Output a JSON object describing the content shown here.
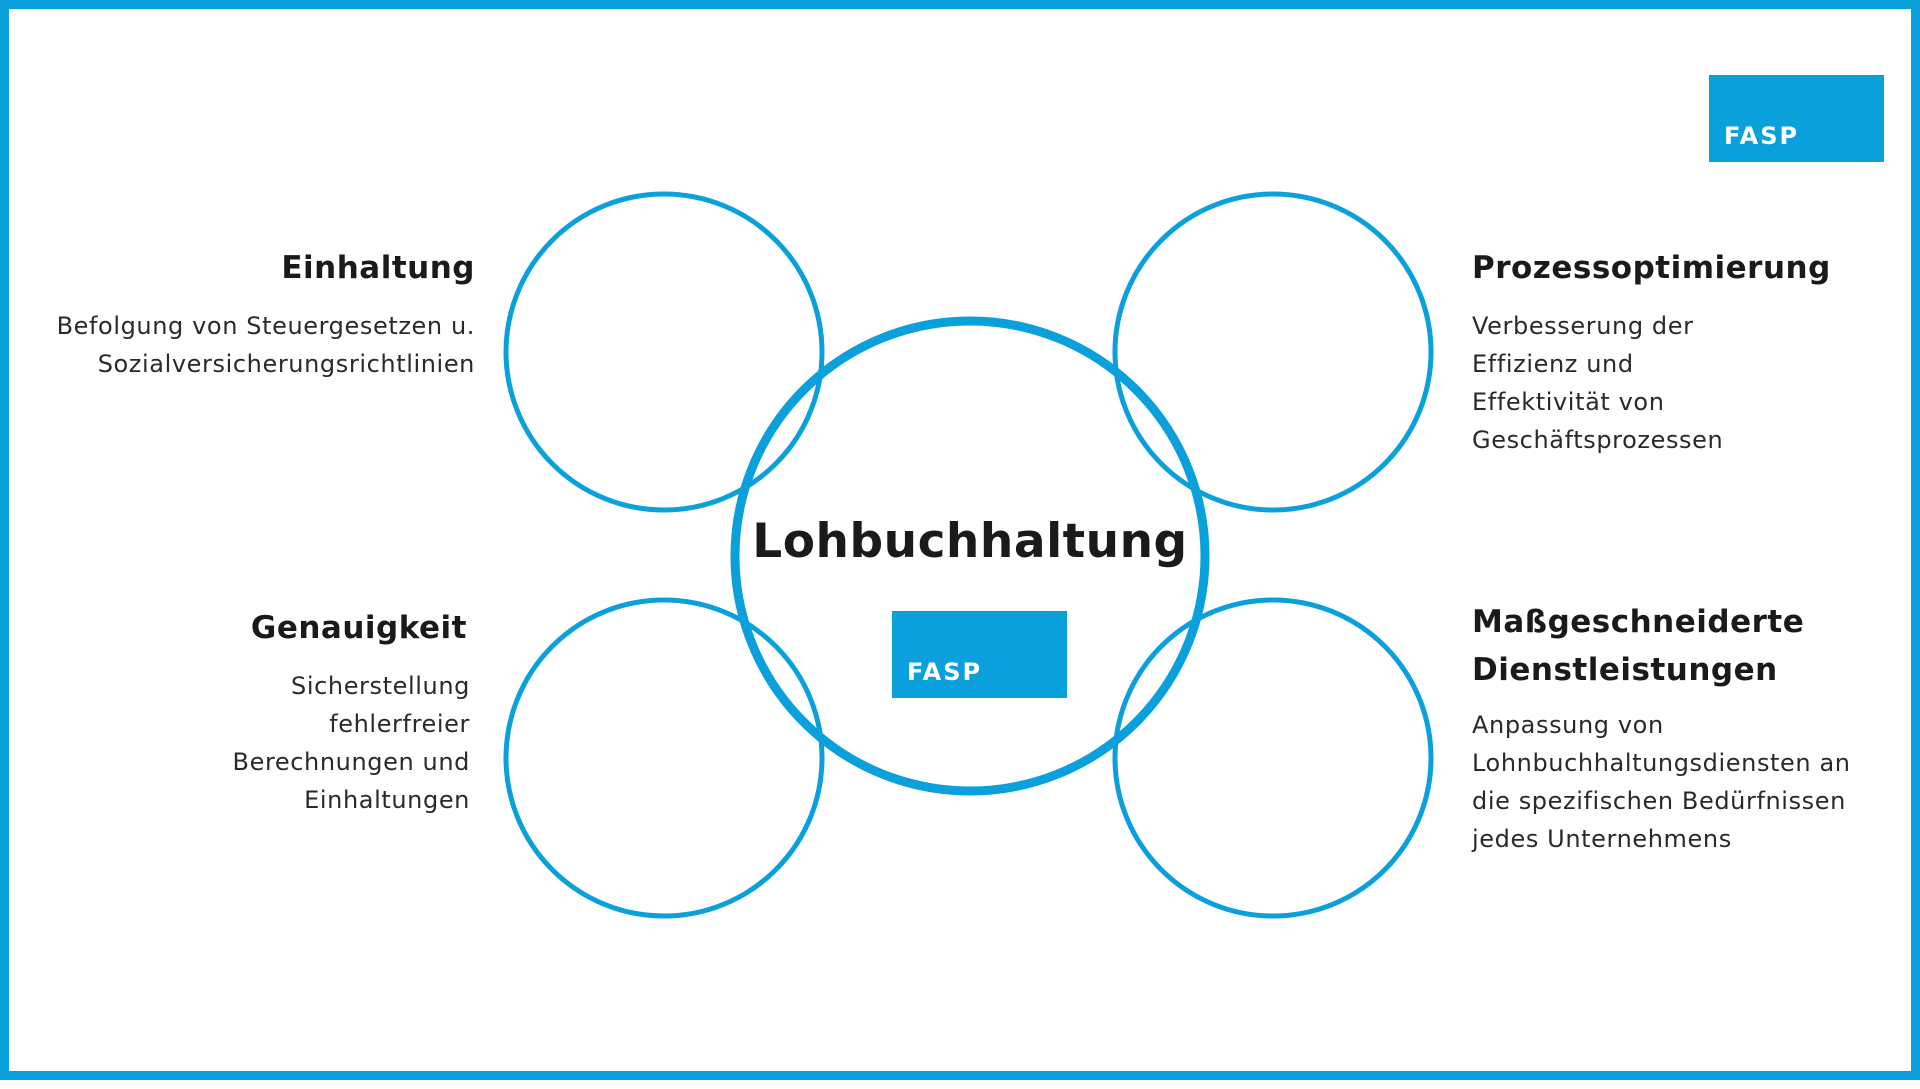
{
  "colors": {
    "accent": "#0aa0dc",
    "text": "#1a1a1a",
    "background": "#ffffff"
  },
  "center": {
    "title": "Lohbuchhaltung",
    "logo": "FASP"
  },
  "logo_top": "FASP",
  "blocks": {
    "einhaltung": {
      "title": "Einhaltung",
      "lines": [
        "Befolgung von Steuergesetzen u.",
        "Sozialversicherungsrichtlinien"
      ]
    },
    "genauigkeit": {
      "title": "Genauigkeit",
      "lines": [
        "Sicherstellung",
        "fehlerfreier",
        "Berechnungen und",
        "Einhaltungen"
      ]
    },
    "prozessoptimierung": {
      "title": "Prozessoptimierung",
      "lines": [
        "Verbesserung der",
        "Effizienz und",
        "Effektivität von",
        "Geschäftsprozessen"
      ]
    },
    "massgeschneidert": {
      "title_lines": [
        "Maßgeschneiderte",
        "Dienstleistungen"
      ],
      "lines": [
        "Anpassung von",
        "Lohnbuchhaltungsdiensten an",
        "die spezifischen Bedürfnissen",
        "jedes Unternehmens"
      ]
    }
  }
}
